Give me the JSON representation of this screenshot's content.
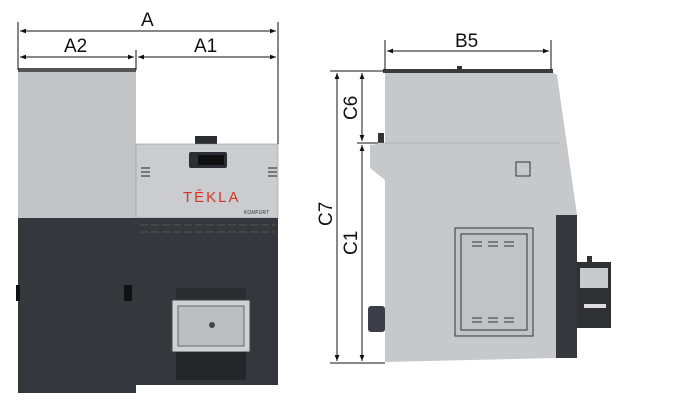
{
  "dimensions": {
    "A": "A",
    "A1": "A1",
    "A2": "A2",
    "B5": "B5",
    "C1": "C1",
    "C6": "C6",
    "C7": "C7"
  },
  "brand": {
    "logo": "TĒKLA",
    "model": "KOMFORT"
  },
  "colors": {
    "light_panel": "#c4c5c8",
    "dark_panel": "#33363b",
    "logo": "#d8342a"
  }
}
